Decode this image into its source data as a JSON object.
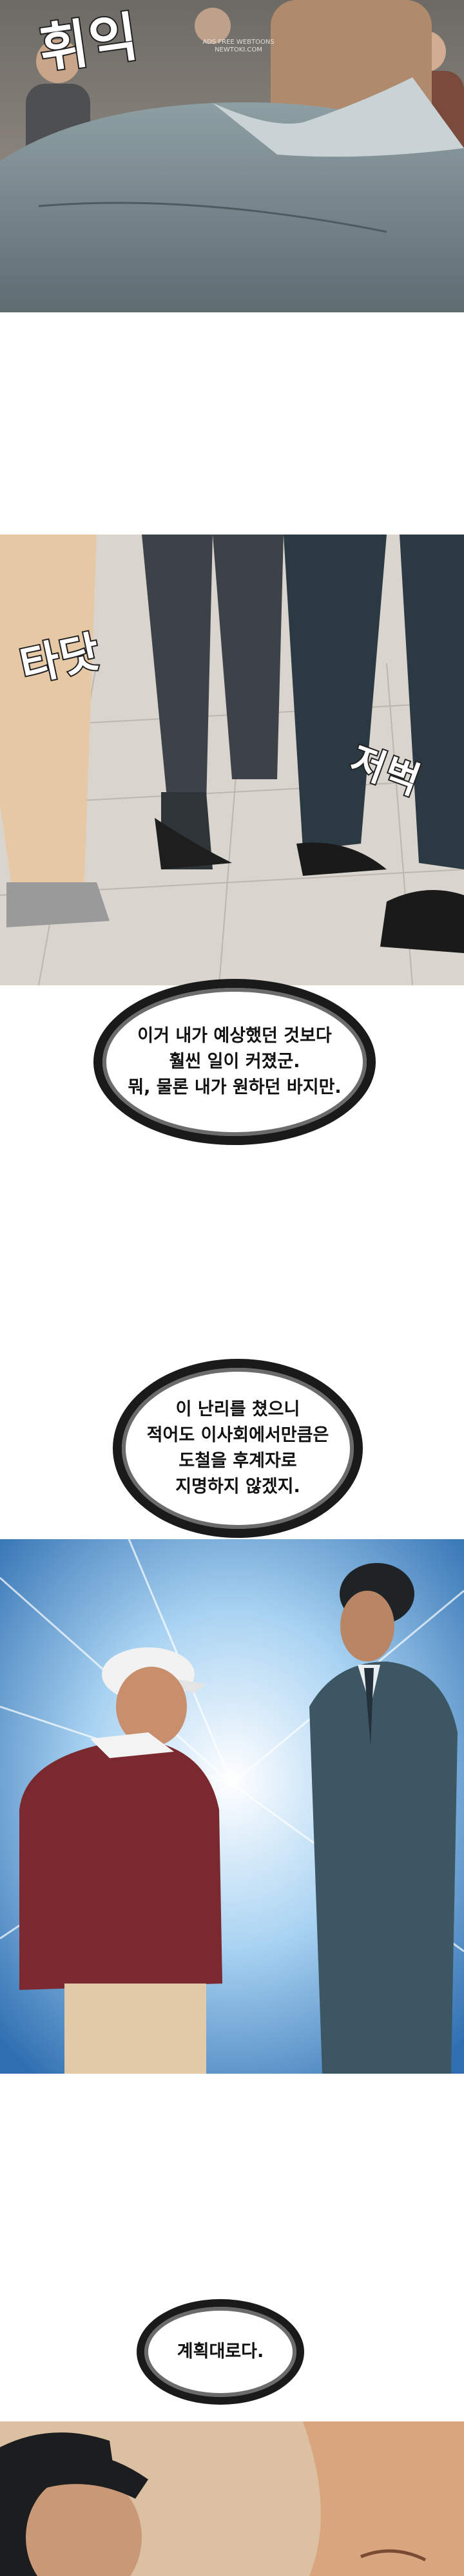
{
  "watermark": {
    "line1": "ADS FREE WEBTOONS",
    "line2": "NEWTOKI.COM"
  },
  "panel1": {
    "sfx": "휘익"
  },
  "panel2": {
    "sfx_left": "타닷",
    "sfx_right": "저벅"
  },
  "bubble1": {
    "lines": [
      "이거 내가 예상했던 것보다",
      "훨씬 일이 커졌군.",
      "뭐, 물론 내가 원하던 바지만."
    ]
  },
  "bubble2": {
    "lines": [
      "이 난리를 쳤으니",
      "적어도 이사회에서만큼은",
      "도철을 후계자로",
      "지명하지 않겠지."
    ]
  },
  "bubble3": {
    "lines": [
      "계획대로다."
    ]
  },
  "colors": {
    "panel1_bg": "#7a858a",
    "panel2_floor": "#d9d4ce",
    "panel3_bg": "#5fa3d6",
    "bubble_border": "#1a1a1a"
  }
}
